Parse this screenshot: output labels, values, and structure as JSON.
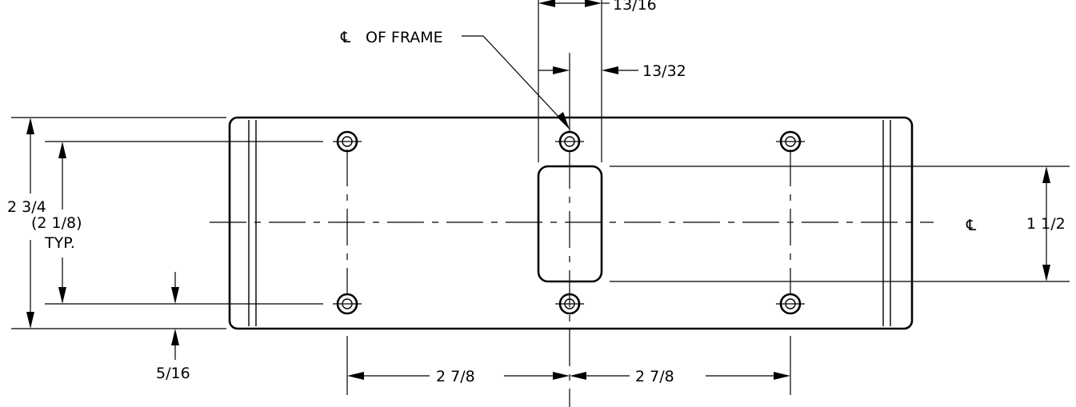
{
  "labels": {
    "frame_centerline": "OF FRAME",
    "dim_slot_width": "13/16",
    "dim_half_slot": "13/32",
    "dim_overall_height": "2 3/4",
    "dim_hole_spacing_vertical": "(2 1/8)",
    "typ": "TYP.",
    "dim_slot_height": "1 1/2",
    "dim_edge_offset": "5/16",
    "dim_hole_spacing_left": "2 7/8",
    "dim_hole_spacing_right": "2 7/8"
  },
  "symbols": {
    "centerline_glyph": "℄",
    "centerline_frame_glyph": "℄"
  }
}
